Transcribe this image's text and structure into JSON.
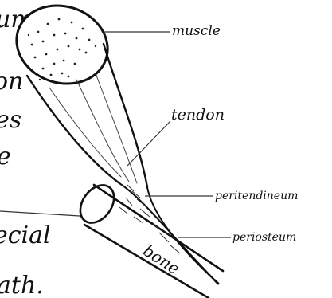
{
  "labels": {
    "muscle": "muscle",
    "tendon": "tendon",
    "peritendineum": "peritendineum",
    "periosteum": "periosteum",
    "bone": "bone"
  },
  "margin_text": {
    "line1": "um",
    "line2": "on",
    "line3": "es",
    "line4": "e",
    "line5": "ecial",
    "line6": "ath."
  },
  "colors": {
    "ink": "#111111",
    "paper": "#ffffff"
  }
}
